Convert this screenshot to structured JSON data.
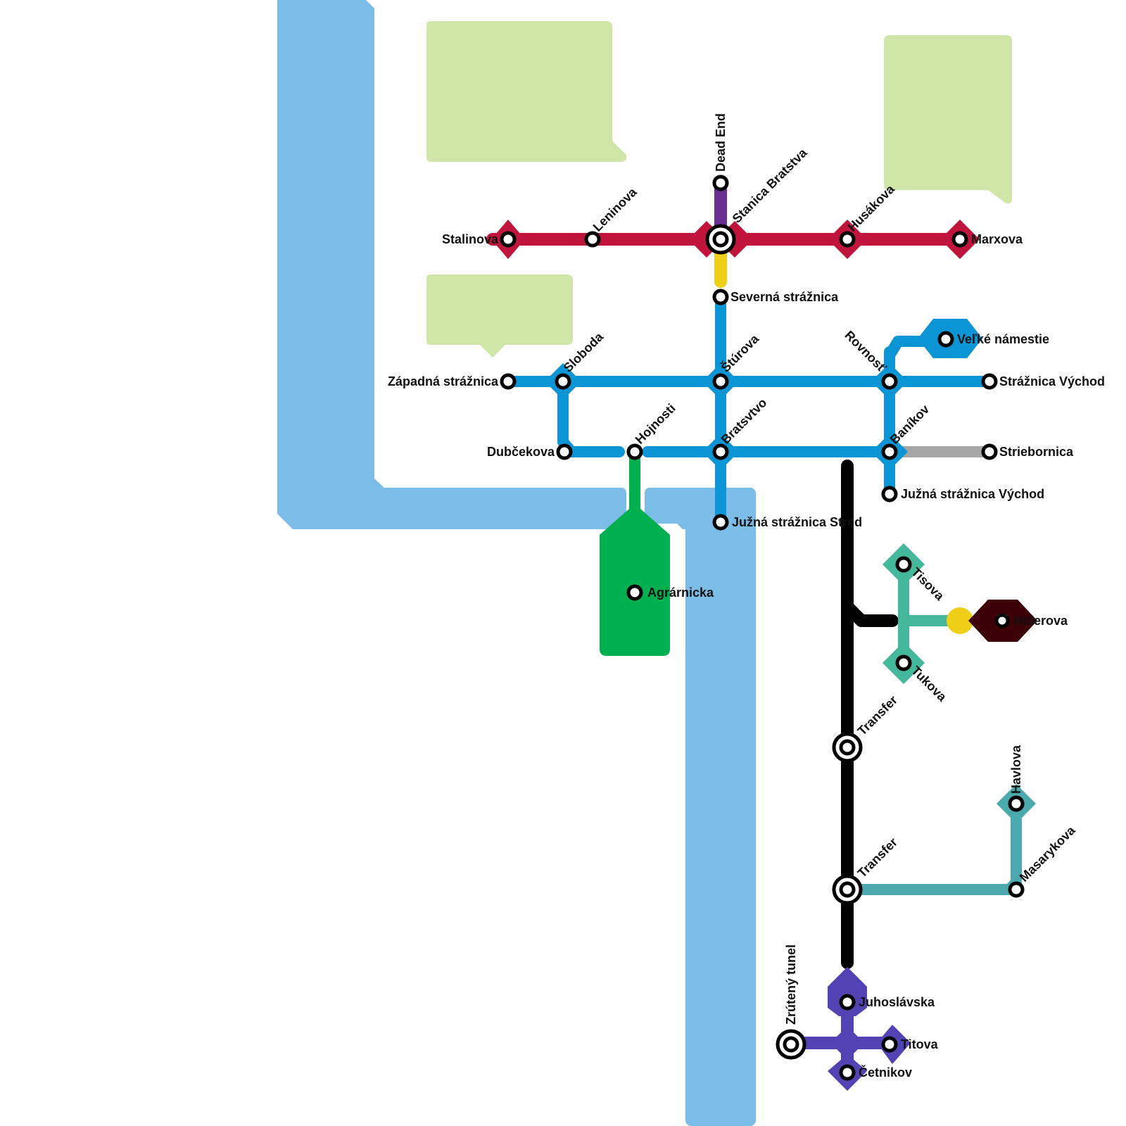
{
  "colors": {
    "background": "#ffffff",
    "water": "#7bbde6",
    "park": "#d0e5a8",
    "red_line": "#c0143c",
    "purple_line": "#6a2d90",
    "yellow_line": "#f0cf17",
    "blue_line": "#0b95d5",
    "green_line": "#00b050",
    "black_line": "#000000",
    "gray_line": "#a6a6a6",
    "mint_line": "#45b89b",
    "teal_line": "#4ca9ad",
    "indigo_line": "#5243b4",
    "maroon_line": "#3d0007"
  },
  "stations": {
    "stalinova": "Stalinova",
    "leninova": "Leninova",
    "dead_end": "Dead End",
    "stanica_bratstva": "Stanica Bratstva",
    "husakova": "Husákova",
    "marxova": "Marxova",
    "severna_straznica": "Severná strážnica",
    "zapadna_straznica": "Západná strážnica",
    "sloboda": "Sloboda",
    "sturova": "Štúrova",
    "rovnost": "Rovnosť",
    "velke_namestie": "Veľké námestie",
    "straznica_vychod": "Strážnica Východ",
    "dubcekova": "Dubčekova",
    "hojnosti": "Hojnosti",
    "bratsvtvo": "Bratsvtvo",
    "banikov": "Baníkov",
    "striebornica": "Striebornica",
    "juzna_straznica_vychod": "Južná strážnica Východ",
    "juzna_straznica_stred": "Južná strážnica Stred",
    "agrarnicka": "Agrárnicka",
    "tisova": "Tisova",
    "tukova": "Tukova",
    "hitlerova": "Hitlerova",
    "transfer_1": "Transfer",
    "transfer_2": "Transfer",
    "havlova": "Havlova",
    "masarykova": "Masarykova",
    "zruteny_tunel": "Zrútený tunel",
    "juhoslavska": "Juhoslávska",
    "titova": "Titova",
    "cetnikov": "Četnikov"
  }
}
